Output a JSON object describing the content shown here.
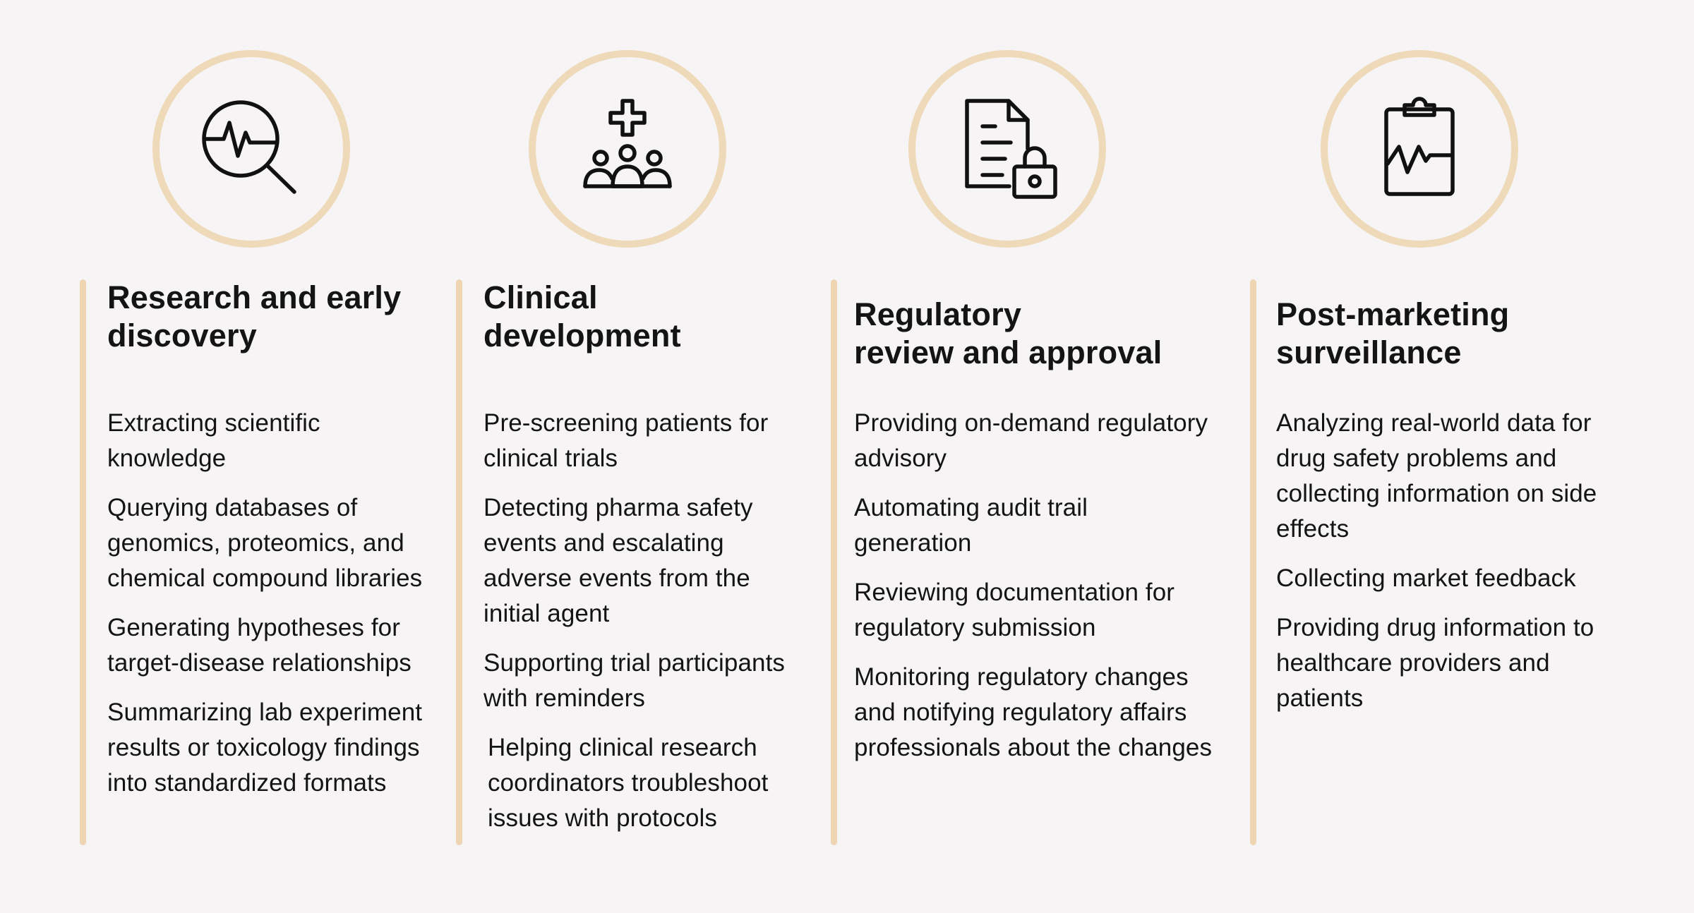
{
  "accent_color": "#eed9b8",
  "columns": [
    {
      "icon": "magnifier-pulse-icon",
      "title_line1": "Research and early",
      "title_line2": "discovery",
      "items": [
        "Extracting scientific knowledge",
        "Querying databases of genomics, proteomics, and chemical compound libraries",
        "Generating hypotheses for target-disease relationships",
        "Summarizing lab experiment results or toxicology findings into standardized formats"
      ]
    },
    {
      "icon": "patients-medical-cross-icon",
      "title_line1": "Clinical",
      "title_line2": "development",
      "items": [
        "Pre-screening patients for clinical trials",
        "Detecting pharma safety events and escalating adverse events from the initial agent",
        "Supporting trial participants with reminders",
        "Helping clinical research coordinators troubleshoot issues with protocols"
      ]
    },
    {
      "icon": "document-lock-icon",
      "title_line1": "Regulatory",
      "title_line2": "review and approval",
      "items": [
        "Providing on-demand regulatory advisory",
        "Automating audit trail generation",
        "Reviewing documentation for regulatory submission",
        "Monitoring regulatory changes and notifying regulatory affairs professionals about the changes"
      ]
    },
    {
      "icon": "clipboard-pulse-icon",
      "title_line1": "Post-marketing",
      "title_line2": "surveillance",
      "items": [
        "Analyzing real-world data for drug safety problems and collecting information on side effects",
        "Collecting market feedback",
        "Providing drug information to healthcare providers and patients"
      ]
    }
  ]
}
